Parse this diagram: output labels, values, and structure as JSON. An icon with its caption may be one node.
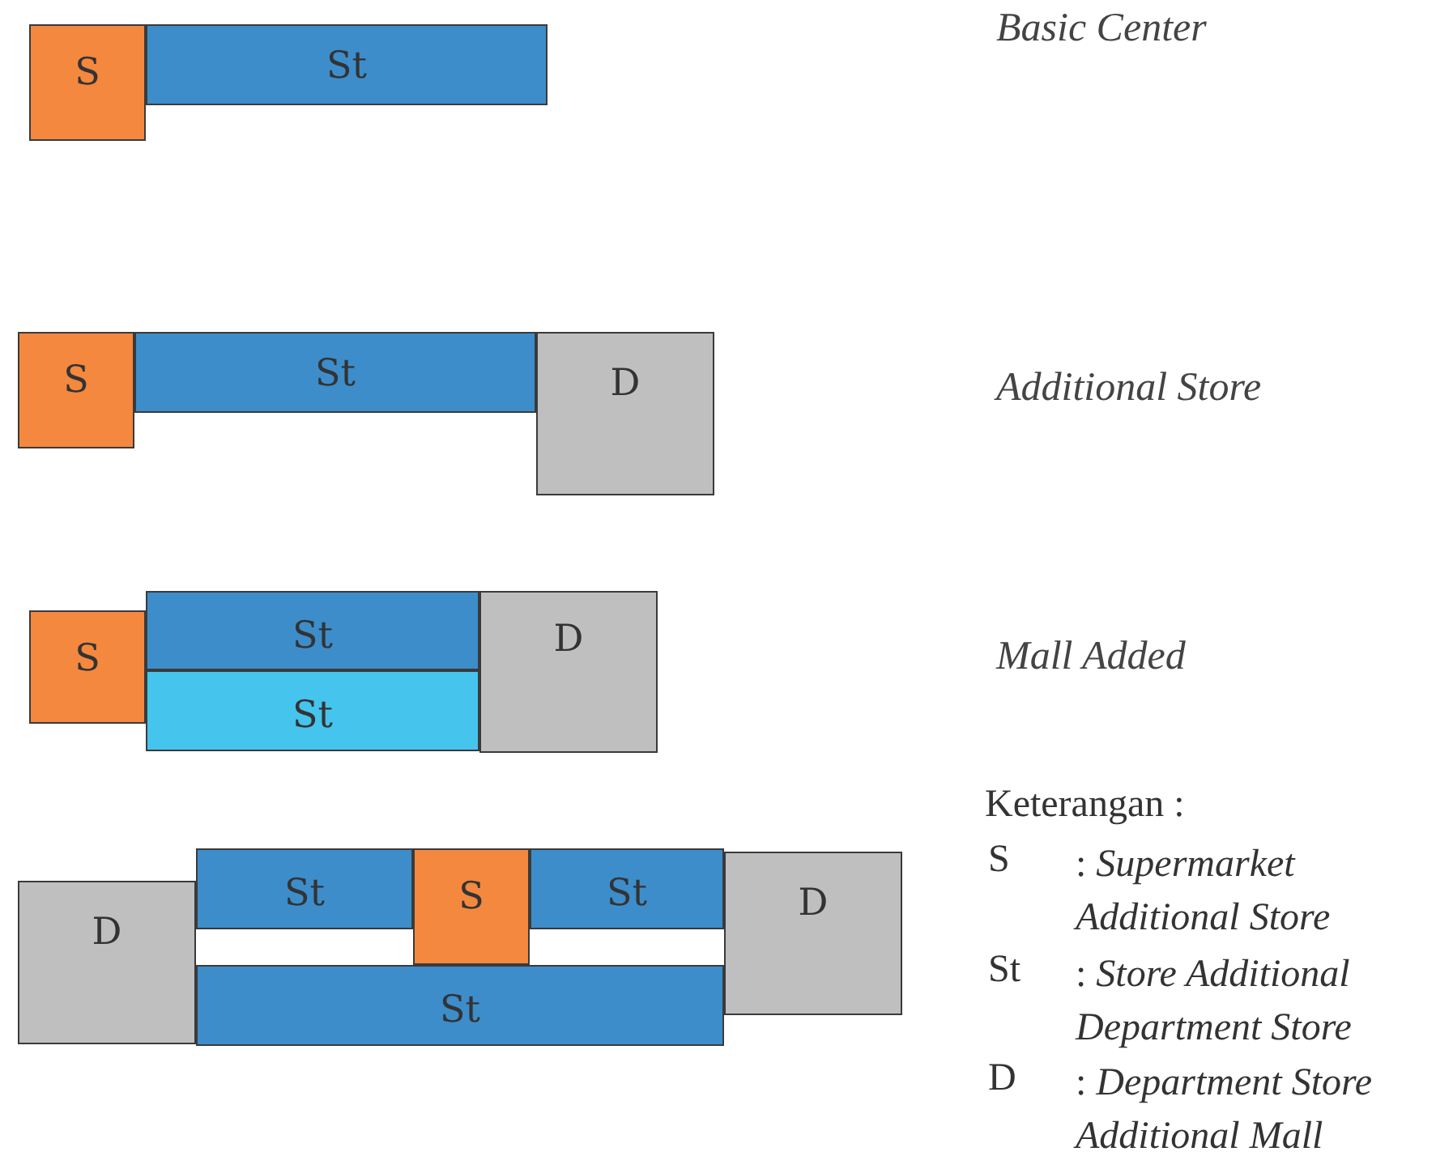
{
  "diagram": {
    "nodes": [
      {
        "text": [
          "S"
        ]
      },
      {
        "text": [
          "St"
        ]
      },
      {
        "text": [
          "S"
        ]
      },
      {
        "text": [
          "St"
        ]
      },
      {
        "text": [
          "D"
        ]
      },
      {
        "text": [
          "S"
        ]
      },
      {
        "text": [
          "St"
        ]
      },
      {
        "text": [
          "D"
        ]
      },
      {
        "text": [
          "St"
        ]
      },
      {
        "text": [
          "D"
        ]
      },
      {
        "text": [
          "St"
        ]
      },
      {
        "text": [
          "S"
        ]
      },
      {
        "text": [
          "St"
        ]
      },
      {
        "text": [
          "D"
        ]
      },
      {
        "text": [
          "St"
        ]
      }
    ],
    "edges": [],
    "labels": [
      "Basic Center",
      "Additional Store",
      "Mall Added",
      "Keterangan :",
      "S",
      ": *Supermarket Additional Store*",
      "St",
      ": *Store Additional Department Store*",
      "D",
      ": *Department Store Additional Mall*"
    ]
  }
}
